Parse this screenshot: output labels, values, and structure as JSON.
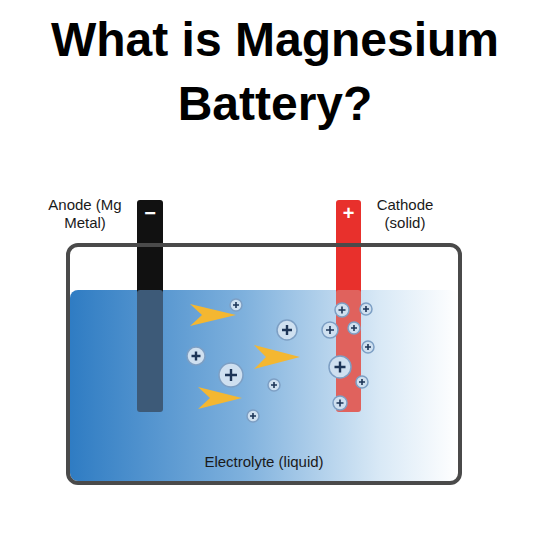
{
  "diagram": {
    "title": "What is Magnesium Battery?",
    "nodes": [
      {
        "text": [
          "Electrolyte (liquid)"
        ]
      },
      {
        "text": [
          "Anode (Mg Metal)",
          "−"
        ],
        "in": 0
      },
      {
        "text": [
          "Cathode (solid)",
          "+"
        ],
        "in": 0
      }
    ]
  }
}
